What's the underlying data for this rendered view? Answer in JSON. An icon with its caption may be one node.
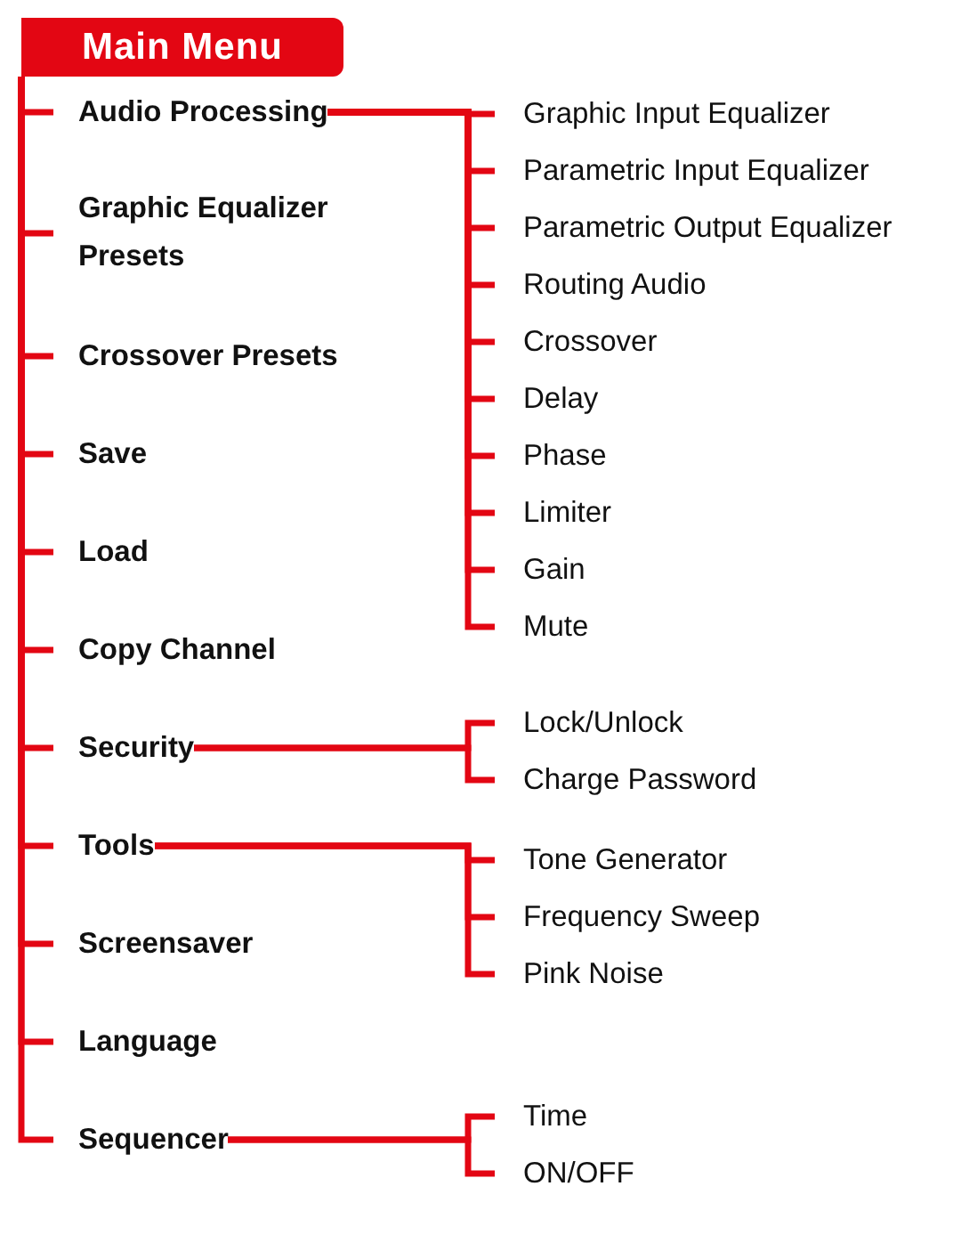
{
  "diagram": {
    "nodes": [
      {
        "text": [
          "Main Menu"
        ]
      },
      {
        "text": [
          "Audio Processing"
        ]
      },
      {
        "text": [
          "Graphic Equalizer Presets"
        ]
      },
      {
        "text": [
          "Crossover Presets"
        ]
      },
      {
        "text": [
          "Save"
        ]
      },
      {
        "text": [
          "Load"
        ]
      },
      {
        "text": [
          "Copy Channel"
        ]
      },
      {
        "text": [
          "Security"
        ]
      },
      {
        "text": [
          "Tools"
        ]
      },
      {
        "text": [
          "Screensaver"
        ]
      },
      {
        "text": [
          "Language"
        ]
      },
      {
        "text": [
          "Sequencer"
        ]
      },
      {
        "text": [
          "Graphic Input Equalizer"
        ]
      },
      {
        "text": [
          "Parametric Input Equalizer"
        ]
      },
      {
        "text": [
          "Parametric Output Equalizer"
        ]
      },
      {
        "text": [
          "Routing Audio"
        ]
      },
      {
        "text": [
          "Crossover"
        ]
      },
      {
        "text": [
          "Delay"
        ]
      },
      {
        "text": [
          "Phase"
        ]
      },
      {
        "text": [
          "Limiter"
        ]
      },
      {
        "text": [
          "Gain"
        ]
      },
      {
        "text": [
          "Mute"
        ]
      },
      {
        "text": [
          "Lock/Unlock"
        ]
      },
      {
        "text": [
          "Charge Password"
        ]
      },
      {
        "text": [
          "Tone Generator"
        ]
      },
      {
        "text": [
          "Frequency Sweep"
        ]
      },
      {
        "text": [
          "Pink Noise"
        ]
      },
      {
        "text": [
          "Time"
        ]
      },
      {
        "text": [
          "ON/OFF"
        ]
      }
    ],
    "edges": [
      {
        "from": 0,
        "to": 1,
        "arrow": "none"
      },
      {
        "from": 0,
        "to": 2,
        "arrow": "none"
      },
      {
        "from": 0,
        "to": 3,
        "arrow": "none"
      },
      {
        "from": 0,
        "to": 4,
        "arrow": "none"
      },
      {
        "from": 0,
        "to": 5,
        "arrow": "none"
      },
      {
        "from": 0,
        "to": 6,
        "arrow": "none"
      },
      {
        "from": 0,
        "to": 7,
        "arrow": "none"
      },
      {
        "from": 0,
        "to": 8,
        "arrow": "none"
      },
      {
        "from": 0,
        "to": 9,
        "arrow": "none"
      },
      {
        "from": 0,
        "to": 10,
        "arrow": "none"
      },
      {
        "from": 0,
        "to": 11,
        "arrow": "none"
      },
      {
        "from": 1,
        "to": 12,
        "arrow": "none"
      },
      {
        "from": 1,
        "to": 13,
        "arrow": "none"
      },
      {
        "from": 1,
        "to": 14,
        "arrow": "none"
      },
      {
        "from": 1,
        "to": 15,
        "arrow": "none"
      },
      {
        "from": 1,
        "to": 16,
        "arrow": "none"
      },
      {
        "from": 1,
        "to": 17,
        "arrow": "none"
      },
      {
        "from": 1,
        "to": 18,
        "arrow": "none"
      },
      {
        "from": 1,
        "to": 19,
        "arrow": "none"
      },
      {
        "from": 1,
        "to": 20,
        "arrow": "none"
      },
      {
        "from": 1,
        "to": 21,
        "arrow": "none"
      },
      {
        "from": 7,
        "to": 22,
        "arrow": "none"
      },
      {
        "from": 7,
        "to": 23,
        "arrow": "none"
      },
      {
        "from": 8,
        "to": 24,
        "arrow": "none"
      },
      {
        "from": 8,
        "to": 25,
        "arrow": "none"
      },
      {
        "from": 8,
        "to": 26,
        "arrow": "none"
      },
      {
        "from": 11,
        "to": 27,
        "arrow": "none"
      },
      {
        "from": 11,
        "to": 28,
        "arrow": "none"
      }
    ]
  }
}
